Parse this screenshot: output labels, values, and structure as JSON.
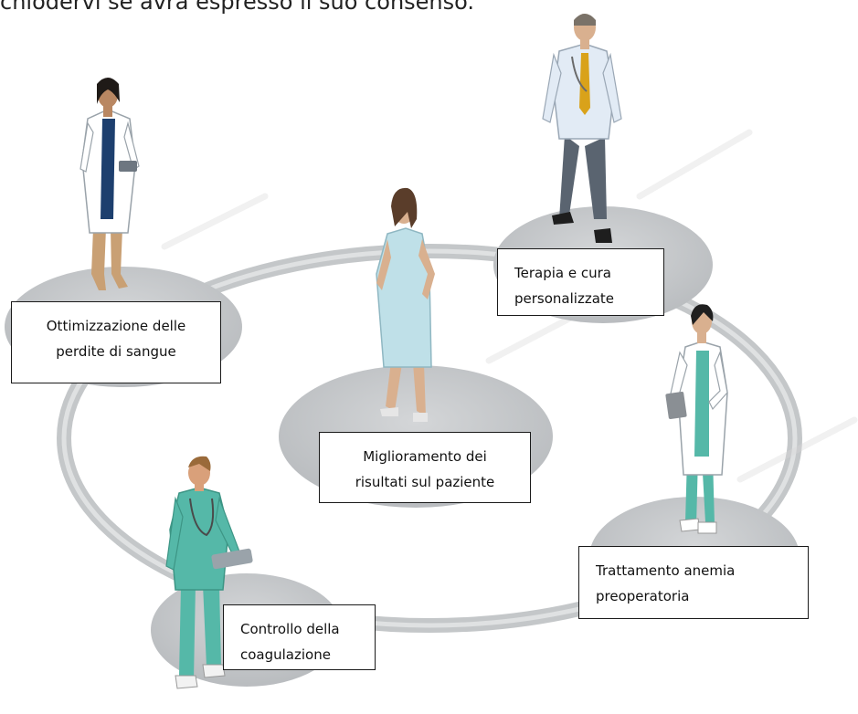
{
  "cut_off_text": "chiodervi se avrà espresso il suo consenso.",
  "labels": {
    "blood_loss": {
      "line1": "Ottimizzazione delle",
      "line2": "perdite di sangue"
    },
    "personalized": {
      "line1": "Terapia e cura",
      "line2": "personalizzate"
    },
    "outcomes": {
      "line1": "Miglioramento dei",
      "line2": "risultati sul paziente"
    },
    "anemia": {
      "line1": "Trattamento anemia",
      "line2": "preoperatoria"
    },
    "coagulation": {
      "line1": "Controllo della",
      "line2": "coagulazione"
    }
  },
  "figures": [
    "doctor-woman",
    "doctor-man-tie",
    "patient-woman",
    "doctor-woman-clipboard",
    "nurse-man-tablet"
  ],
  "colors": {
    "platform": "#c9cbcd",
    "ring": "#b8bbbd",
    "scrubs": "#55b8a8",
    "gown": "#bfe0e8",
    "coat": "#ffffff",
    "trousers": "#5a6470",
    "shirt": "#dfe8f2",
    "tie": "#d9a21a"
  }
}
